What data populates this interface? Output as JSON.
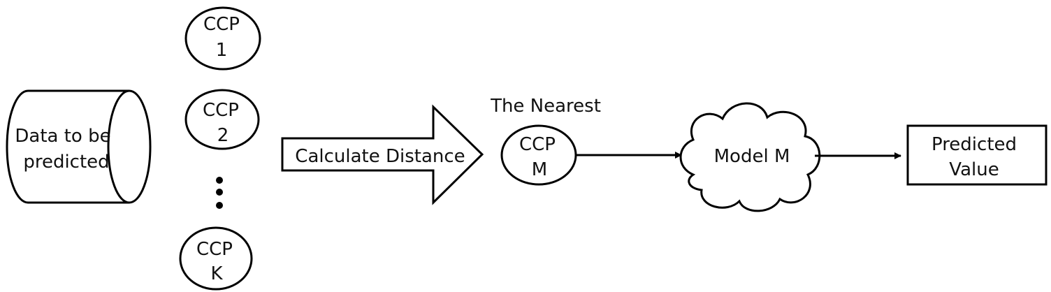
{
  "diagram": {
    "input": {
      "line1": "Data to be",
      "line2": "predicted"
    },
    "ccp_nodes": [
      {
        "line1": "CCP",
        "line2": "1"
      },
      {
        "line1": "CCP",
        "line2": "2"
      },
      {
        "line1": "CCP",
        "line2": "K"
      }
    ],
    "calc_arrow_label": "Calculate Distance",
    "nearest_label": "The Nearest",
    "nearest_node": {
      "line1": "CCP",
      "line2": "M"
    },
    "model_label": "Model M",
    "output": {
      "line1": "Predicted",
      "line2": "Value"
    }
  },
  "colors": {
    "stroke": "#000000",
    "fill": "#ffffff",
    "text": "#111111"
  }
}
